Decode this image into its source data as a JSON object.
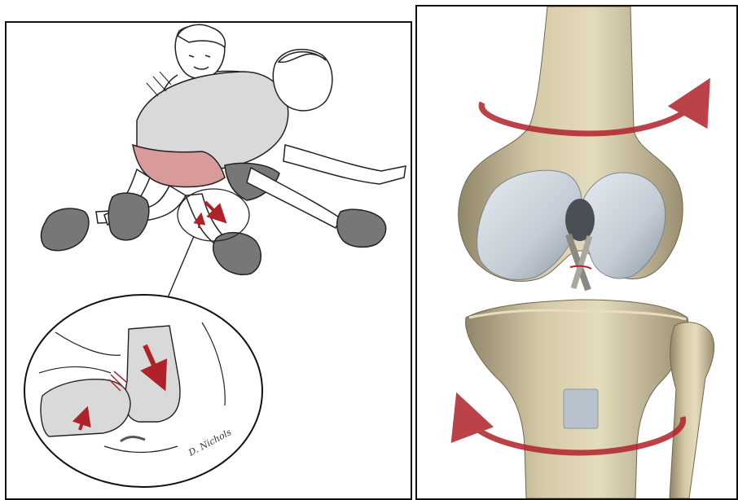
{
  "figure": {
    "left_panel": {
      "subject": "tackle-injury-illustration",
      "inset": "magnified-knee-joint",
      "signature_text": "D. Nichols"
    },
    "right_panel": {
      "subject": "knee-joint-rotation-model",
      "rotation_arrows": 2
    },
    "colors": {
      "arrow_red": "#b0222a",
      "shorts_pink": "#d89a9a",
      "shirt_gray": "#d9d9d9",
      "bone": "#d6cba8",
      "cartilage": "#c9d3dc",
      "outline": "#111111"
    }
  }
}
